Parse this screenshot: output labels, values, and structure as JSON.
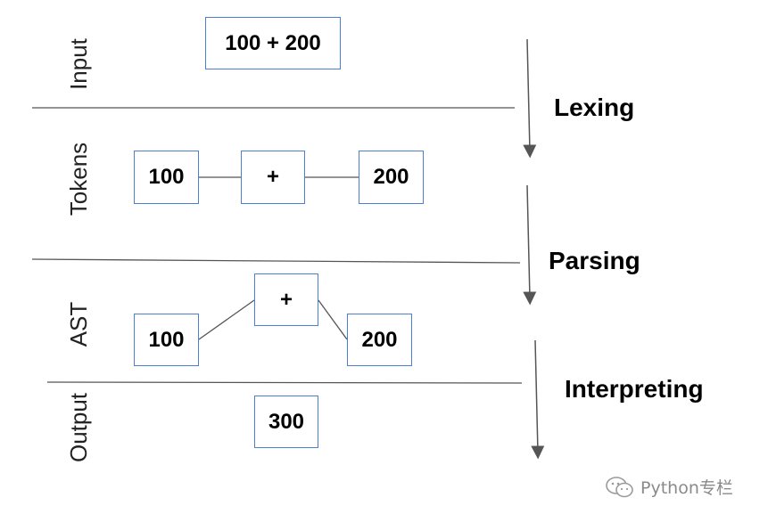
{
  "rows": {
    "input": "Input",
    "tokens": "Tokens",
    "ast": "AST",
    "output": "Output"
  },
  "stages": {
    "lexing": "Lexing",
    "parsing": "Parsing",
    "interpreting": "Interpreting"
  },
  "input": {
    "expression": "100 + 200"
  },
  "tokens": {
    "left": "100",
    "op": "+",
    "right": "200"
  },
  "ast": {
    "root": "+",
    "left": "100",
    "right": "200"
  },
  "output": {
    "result": "300"
  },
  "watermark": {
    "text": "Python专栏",
    "icon": "wechat-icon"
  },
  "colors": {
    "box_border": "#4a7fd1",
    "line": "#555555"
  }
}
